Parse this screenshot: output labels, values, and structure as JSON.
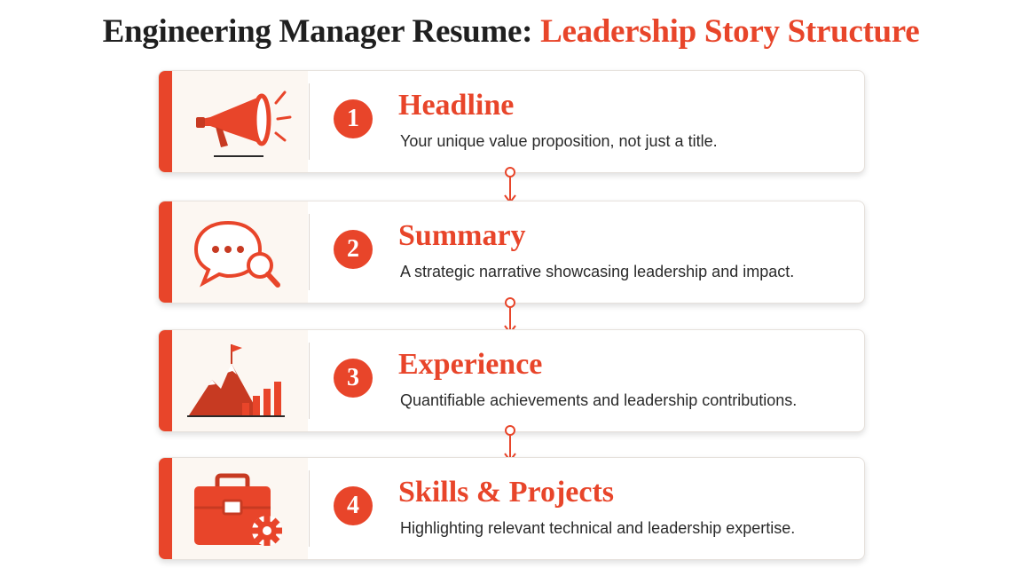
{
  "title": {
    "main": "Engineering Manager Resume:",
    "accent": "Leadership Story Structure"
  },
  "colors": {
    "accent": "#e8452a",
    "icon_dark": "#c73a22",
    "text": "#2a2a2a",
    "panel": "#fcf7f2"
  },
  "steps": [
    {
      "number": "1",
      "heading": "Headline",
      "description": "Your unique value proposition, not just a title.",
      "icon": "megaphone-icon"
    },
    {
      "number": "2",
      "heading": "Summary",
      "description": "A strategic narrative showcasing leadership and impact.",
      "icon": "chat-search-icon"
    },
    {
      "number": "3",
      "heading": "Experience",
      "description": "Quantifiable achievements and leadership contributions.",
      "icon": "mountain-growth-icon"
    },
    {
      "number": "4",
      "heading": "Skills & Projects",
      "description": "Highlighting relevant technical and leadership expertise.",
      "icon": "briefcase-gear-icon"
    }
  ]
}
